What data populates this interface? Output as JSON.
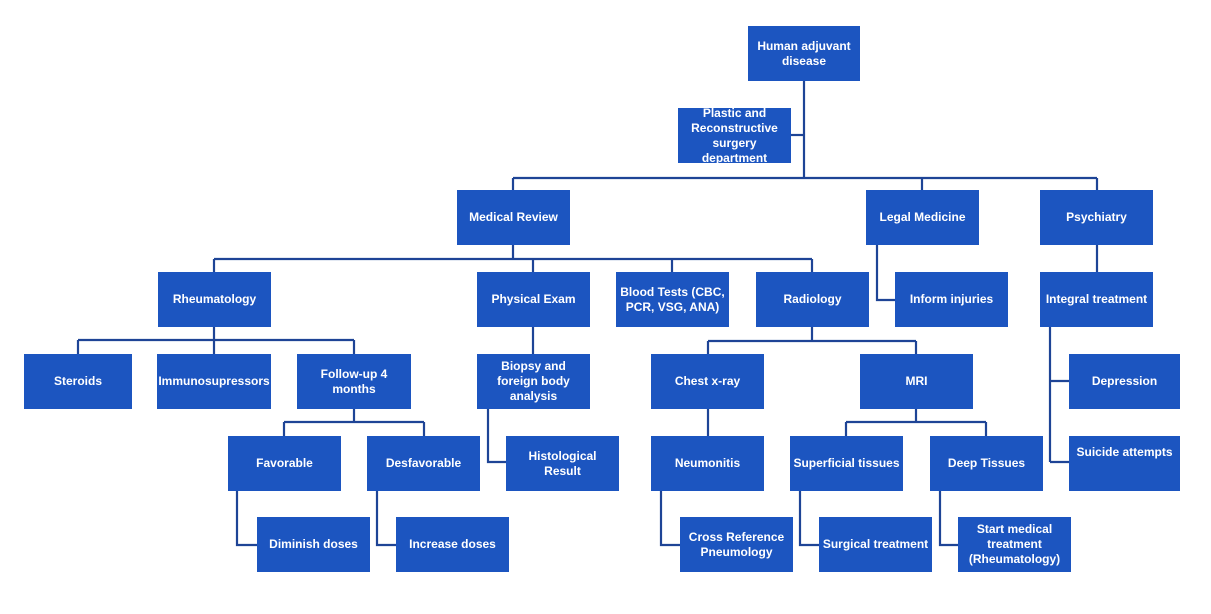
{
  "diagram": {
    "type": "org-chart",
    "colors": {
      "node_fill": "#1c55c0",
      "node_text": "#ffffff",
      "connector": "#1e4496"
    },
    "nodes": [
      {
        "id": "root",
        "label": "Human adjuvant disease"
      },
      {
        "id": "plastic",
        "label": "Plastic and Reconstructive surgery department"
      },
      {
        "id": "medical",
        "label": "Medical Review"
      },
      {
        "id": "legal",
        "label": "Legal Medicine"
      },
      {
        "id": "psych",
        "label": "Psychiatry"
      },
      {
        "id": "rheum",
        "label": "Rheumatology"
      },
      {
        "id": "physical",
        "label": "Physical Exam"
      },
      {
        "id": "blood",
        "label": "Blood Tests (CBC, PCR, VSG, ANA)"
      },
      {
        "id": "radio",
        "label": "Radiology"
      },
      {
        "id": "inform",
        "label": "Inform injuries"
      },
      {
        "id": "integral",
        "label": "Integral treatment"
      },
      {
        "id": "steroids",
        "label": "Steroids"
      },
      {
        "id": "immuno",
        "label": "Immunosupressors"
      },
      {
        "id": "follow",
        "label": "Follow-up 4 months"
      },
      {
        "id": "biopsy",
        "label": "Biopsy and foreign body analysis"
      },
      {
        "id": "chest",
        "label": "Chest x-ray"
      },
      {
        "id": "mri",
        "label": "MRI"
      },
      {
        "id": "depression",
        "label": "Depression"
      },
      {
        "id": "favorable",
        "label": "Favorable"
      },
      {
        "id": "desfavorable",
        "label": "Desfavorable"
      },
      {
        "id": "histo",
        "label": "Histological Result"
      },
      {
        "id": "neumo",
        "label": "Neumonitis"
      },
      {
        "id": "superficial",
        "label": "Superficial tissues"
      },
      {
        "id": "deep",
        "label": "Deep Tissues"
      },
      {
        "id": "suicide",
        "label": "Suicide attempts"
      },
      {
        "id": "diminish",
        "label": "Diminish doses"
      },
      {
        "id": "increase",
        "label": "Increase doses"
      },
      {
        "id": "crossref",
        "label": "Cross Reference Pneumology"
      },
      {
        "id": "surgical",
        "label": "Surgical treatment"
      },
      {
        "id": "startmed",
        "label": "Start medical treatment (Rheumatology)"
      }
    ],
    "edges": [
      [
        "root",
        "plastic"
      ],
      [
        "root",
        "medical"
      ],
      [
        "root",
        "legal"
      ],
      [
        "root",
        "psych"
      ],
      [
        "medical",
        "rheum"
      ],
      [
        "medical",
        "physical"
      ],
      [
        "medical",
        "blood"
      ],
      [
        "medical",
        "radio"
      ],
      [
        "legal",
        "inform"
      ],
      [
        "psych",
        "integral"
      ],
      [
        "rheum",
        "steroids"
      ],
      [
        "rheum",
        "immuno"
      ],
      [
        "rheum",
        "follow"
      ],
      [
        "physical",
        "biopsy"
      ],
      [
        "radio",
        "chest"
      ],
      [
        "radio",
        "mri"
      ],
      [
        "integral",
        "depression"
      ],
      [
        "integral",
        "suicide"
      ],
      [
        "follow",
        "favorable"
      ],
      [
        "follow",
        "desfavorable"
      ],
      [
        "biopsy",
        "histo"
      ],
      [
        "chest",
        "neumo"
      ],
      [
        "mri",
        "superficial"
      ],
      [
        "mri",
        "deep"
      ],
      [
        "favorable",
        "diminish"
      ],
      [
        "desfavorable",
        "increase"
      ],
      [
        "neumo",
        "crossref"
      ],
      [
        "superficial",
        "surgical"
      ],
      [
        "deep",
        "startmed"
      ]
    ]
  }
}
